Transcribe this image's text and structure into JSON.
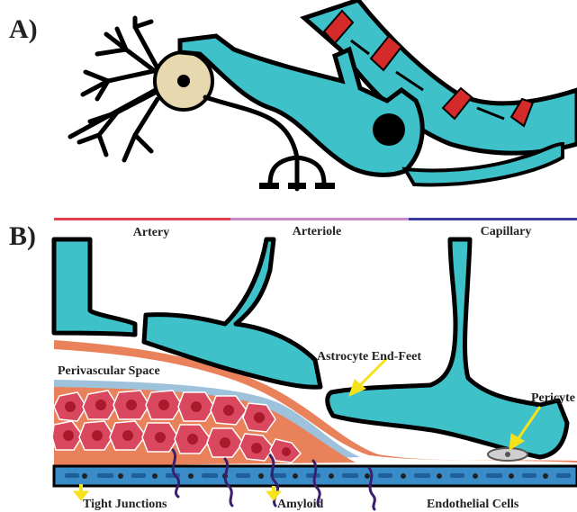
{
  "panels": {
    "a": {
      "letter": "A)"
    },
    "b": {
      "letter": "B)"
    }
  },
  "segments": [
    {
      "label": "Artery",
      "color": "#e04050"
    },
    {
      "label": "Arteriole",
      "color": "#cc88c8"
    },
    {
      "label": "Capillary",
      "color": "#3a3a9a"
    }
  ],
  "annotations": {
    "astrocyte_end_feet": "Astrocyte End-Feet",
    "perivascular_space": "Perivascular Space",
    "pericyte": "Pericyte",
    "tight_junctions": "Tight Junctions",
    "amyloid": "Amyloid",
    "endothelial_cells": "Endothelial Cells"
  },
  "colors": {
    "astrocyte": "#3ec1c9",
    "neuron_soma": "#e8d8b0",
    "vessel_red_band": "#d42a2a",
    "smooth_muscle": "#d9485e",
    "smooth_muscle_nucleus": "#a81a2c",
    "basement_orange": "#e9815a",
    "pale_blue_layer": "#9fc2dc",
    "endothelium": "#3a8cc9",
    "amyloid": "#3b1f6e",
    "arrow_yellow": "#f5e21b",
    "outline": "#000000"
  }
}
